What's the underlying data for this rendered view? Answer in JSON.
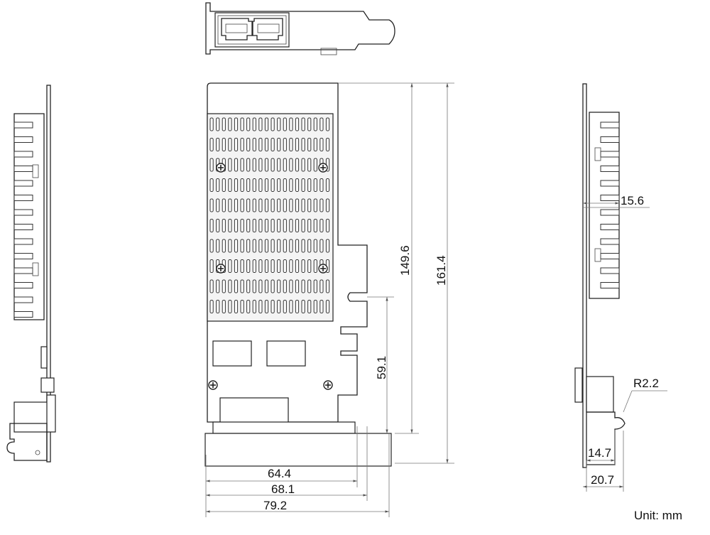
{
  "dimensions": {
    "height_heatsink": "149.6",
    "height_total": "161.4",
    "height_lower": "59.1",
    "width_64": "64.4",
    "width_68": "68.1",
    "width_79": "79.2",
    "thickness": "15.6",
    "radius": "R2.2",
    "side_14": "14.7",
    "side_20": "20.7"
  },
  "unit_label": "Unit: mm"
}
